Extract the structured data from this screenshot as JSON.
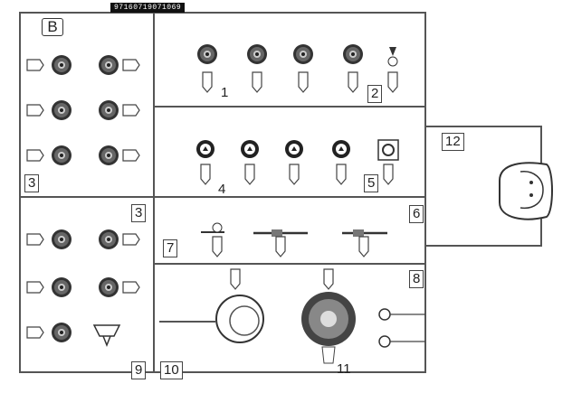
{
  "sheet": {
    "code": "97160719071069",
    "letter": "B",
    "part_numbers": [
      "1",
      "2",
      "3",
      "3",
      "4",
      "5",
      "6",
      "7",
      "8",
      "9",
      "10",
      "11",
      "12"
    ]
  }
}
